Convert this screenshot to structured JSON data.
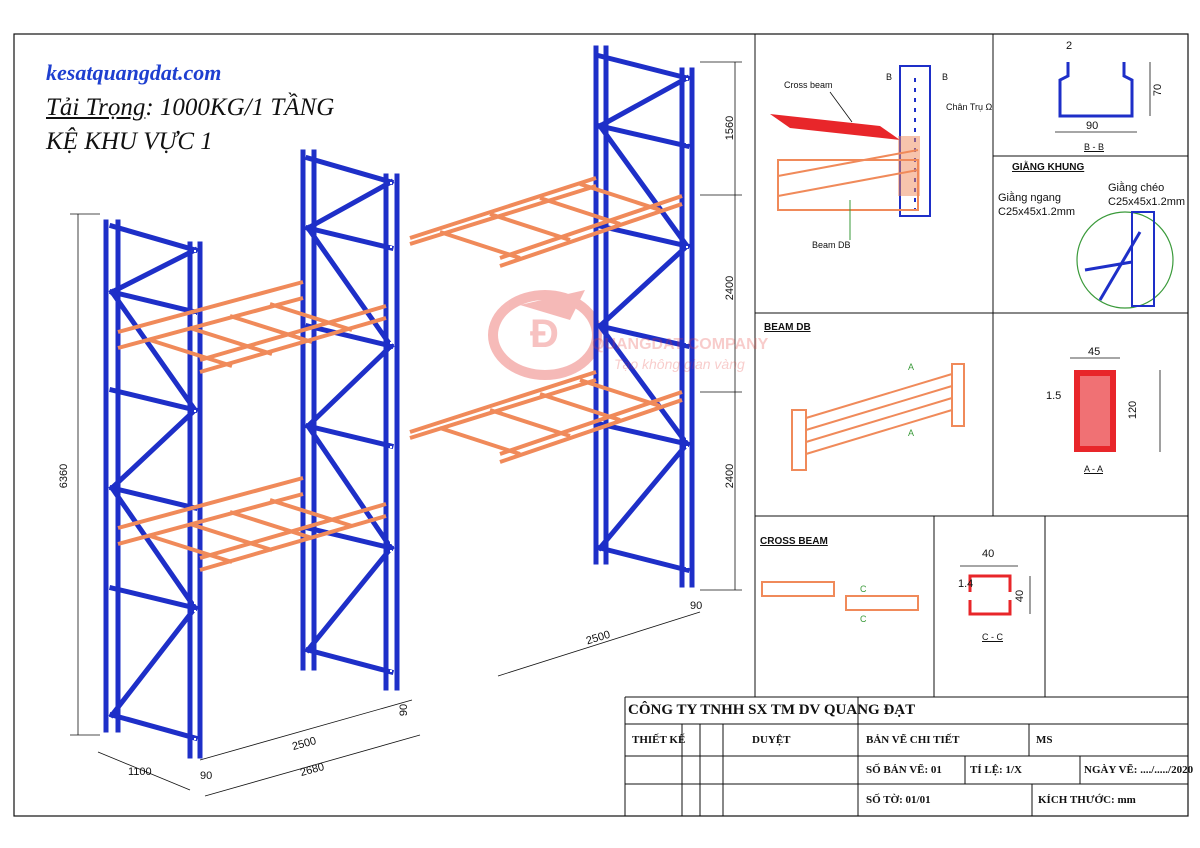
{
  "header": {
    "website": "kesatquangdat.com",
    "load_label": "Tải Trọng",
    "load_value": ": 1000KG/1 TẦNG",
    "area": "KỆ KHU VỰC 1"
  },
  "watermark": {
    "logo_letter": "Đ",
    "company": "QUANGDAT COMPANY",
    "slogan": "Tạo không gian vàng"
  },
  "dimensions": {
    "height_total": "6360",
    "depth": "1100",
    "upright_width": "90",
    "bay_clear": "2500",
    "bay_total": "2680",
    "level_1": "2400",
    "level_2": "2400",
    "level_3": "1560",
    "second_bay": "2500",
    "second_upright": "90",
    "mid_upright": "90"
  },
  "details": {
    "cross_beam_label": "Cross beam",
    "beam_db_label": "Beam DB",
    "chan_tru_label": "Chân Trụ Ω",
    "section_mark": "B",
    "bb_top": "2",
    "bb_width": "90",
    "bb_height": "70",
    "bb_caption": "B - B",
    "giang_khung_title": "GIẰNG KHUNG",
    "giang_ngang": "Giằng ngang",
    "giang_ngang_spec": "C25x45x1.2mm",
    "giang_cheo": "Giằng chéo",
    "giang_cheo_spec": "C25x45x1.2mm",
    "beam_db_title": "BEAM DB",
    "aa_mark": "A",
    "aa_width": "45",
    "aa_thickness": "1.5",
    "aa_height": "120",
    "aa_caption": "A - A",
    "cross_beam_title": "CROSS BEAM",
    "cc_mark": "C",
    "cc_width": "40",
    "cc_thickness": "1.4",
    "cc_height": "40",
    "cc_caption": "C - C"
  },
  "title_block": {
    "company": "CÔNG TY TNHH SX TM DV QUANG ĐẠT",
    "thiet_ke": "THIẾT KẾ",
    "duyet": "DUYỆT",
    "drawing_type": "BẢN VẼ CHI TIẾT",
    "ms": "MS",
    "so_ban_ve": "SỐ BẢN VẼ: 01",
    "ti_le": "TỈ LỆ: 1/X",
    "ngay_ve": "NGÀY VẼ: ..../...../2020",
    "so_to": "SỐ TỜ: 01/01",
    "kich_thuoc": "KÍCH THƯỚC: mm"
  },
  "colors": {
    "upright": "#1e2fc8",
    "beam": "#f08a5a",
    "red": "#e8262a",
    "line": "#111111",
    "watermark": "#e53935"
  }
}
